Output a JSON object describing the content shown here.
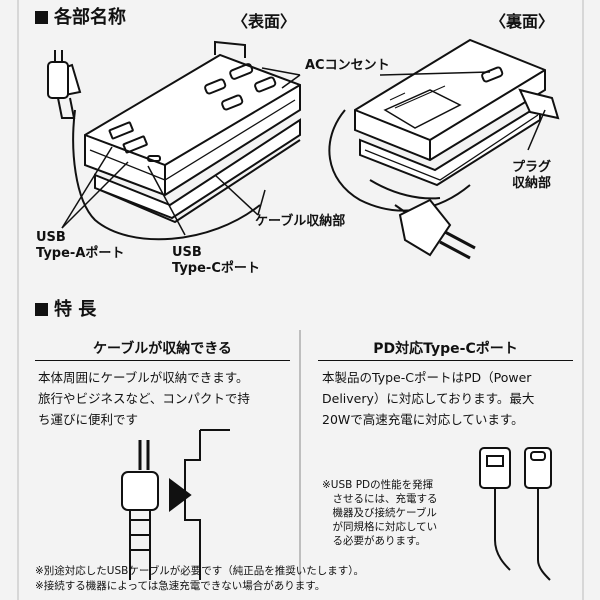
{
  "parts_section": {
    "heading": "各部名称",
    "front_label": "〈表面〉",
    "back_label": "〈裏面〉",
    "labels": {
      "ac_outlet": "ACコンセント",
      "usb_a_line1": "USB",
      "usb_a_line2": "Type-Aポート",
      "usb_c_line1": "USB",
      "usb_c_line2": "Type-Cポート",
      "cable_storage": "ケーブル収納部",
      "plug_line1": "プラグ",
      "plug_line2": "収納部"
    }
  },
  "features_section": {
    "heading": "特 長",
    "left": {
      "title": "ケーブルが収納できる",
      "lines": [
        "本体周囲にケーブルが収納できます。",
        "旅行やビジネスなど、コンパクトで持",
        "ち運びに便利です"
      ]
    },
    "right": {
      "title": "PD対応Type-Cポート",
      "lines": [
        "本製品のType-CポートはPD（Power",
        "Delivery）に対応しております。最大",
        "20Wで高速充電に対応しています。"
      ],
      "note_lines": [
        "※USB PDの性能を発揮",
        "　させるには、充電する",
        "　機器及び接続ケーブル",
        "　が同規格に対応してい",
        "　る必要があります。"
      ]
    }
  },
  "footnotes": [
    "※別途対応したUSBケーブルが必要です（純正品を推奨いたします）。",
    "※接続する機器によっては急速充電できない場合があります。"
  ]
}
